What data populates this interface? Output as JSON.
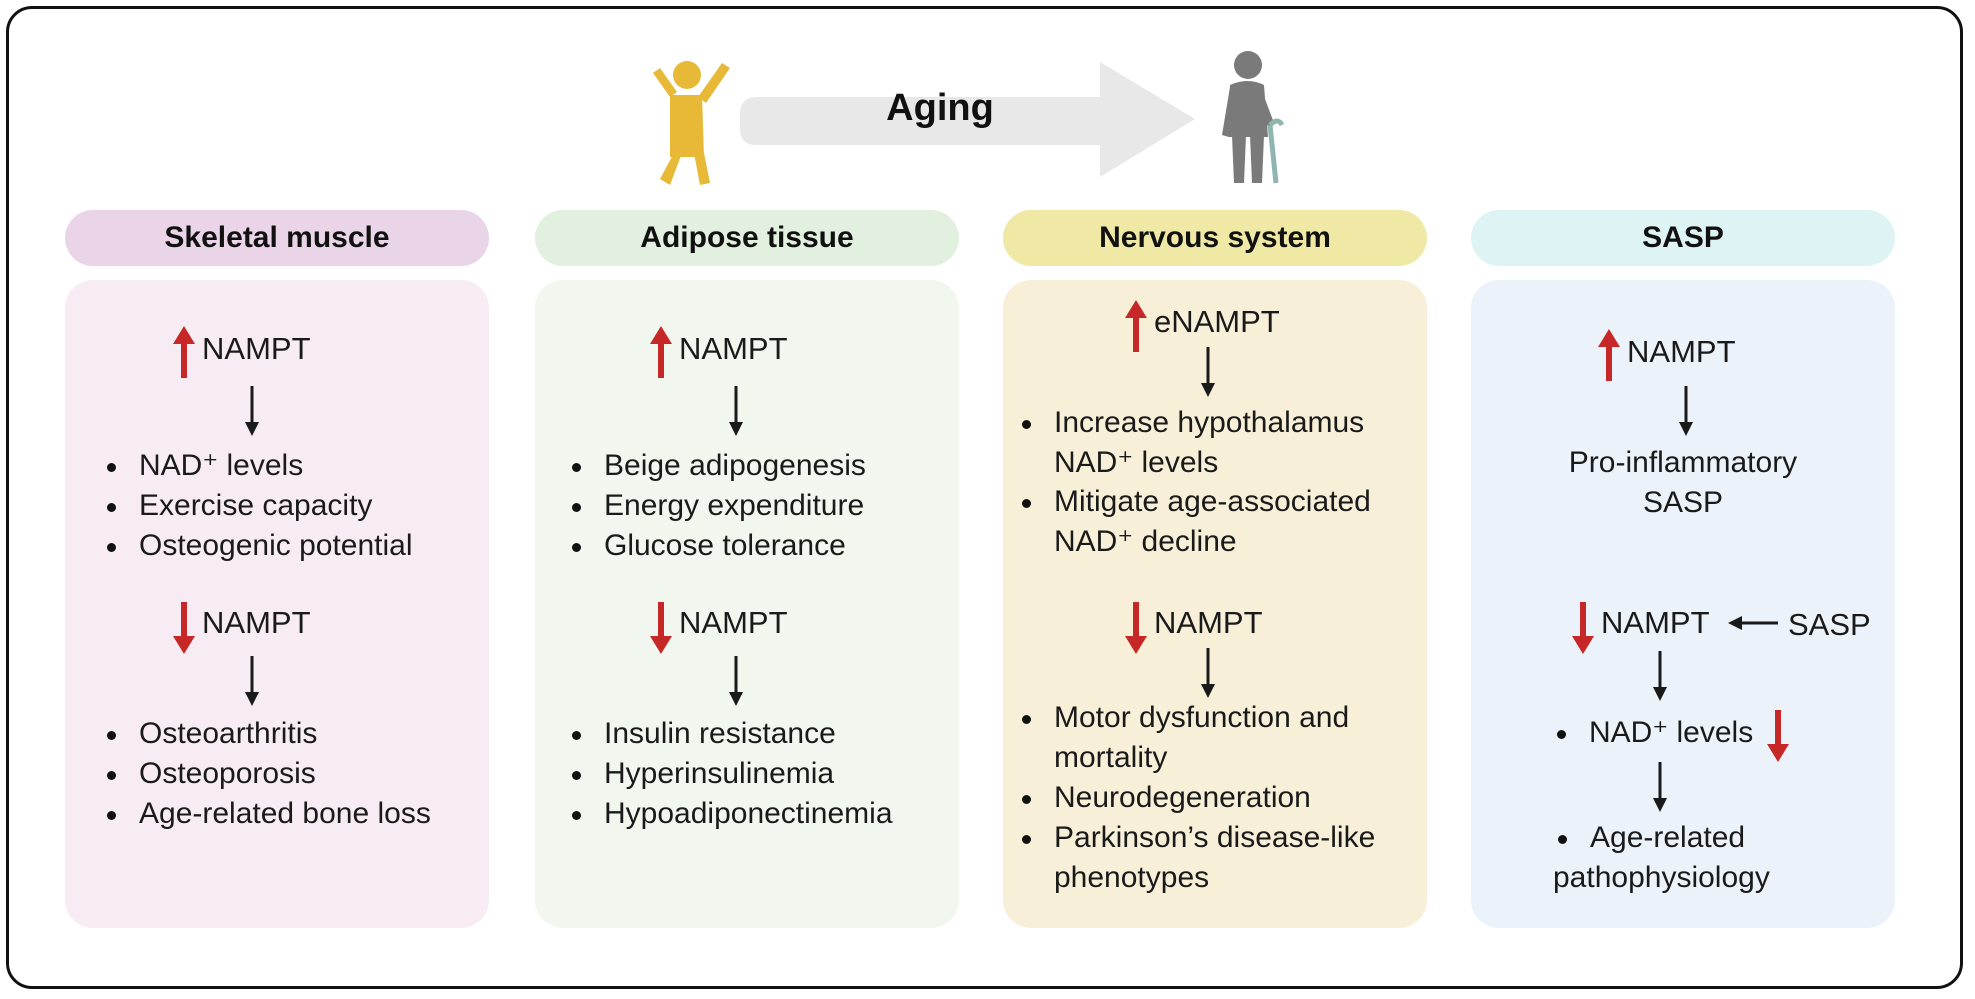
{
  "aging_label": "Aging",
  "colors": {
    "up_arrow": "#c62828",
    "down_arrow": "#c62828",
    "black_arrow": "#1a1a1a",
    "young_figure": "#e8b936",
    "old_figure": "#7a7a7a",
    "aging_arrow": "#e8e8e8"
  },
  "icons": {
    "young": "young-person-icon",
    "old": "elderly-person-with-cane-icon"
  },
  "panels": [
    {
      "title": "Skeletal muscle",
      "header_color": "#ead5e8",
      "body_color": "#f7ecf3",
      "up_label": "NAMPT",
      "up_items": [
        "NAD⁺ levels",
        "Exercise capacity",
        "Osteogenic potential"
      ],
      "down_label": "NAMPT",
      "down_items": [
        "Osteoarthritis",
        "Osteoporosis",
        "Age-related bone loss"
      ]
    },
    {
      "title": "Adipose tissue",
      "header_color": "#e2f0df",
      "body_color": "#f1f7ee",
      "up_label": "NAMPT",
      "up_items": [
        "Beige adipogenesis",
        "Energy expenditure",
        "Glucose tolerance"
      ],
      "down_label": "NAMPT",
      "down_items": [
        "Insulin resistance",
        "Hyperinsulinemia",
        "Hypoadiponectinemia"
      ]
    },
    {
      "title": "Nervous system",
      "header_color": "#f0e9a6",
      "body_color": "#f8efd8",
      "up_label": "eNAMPT",
      "up_items": [
        {
          "line1": "Increase hypothalamus",
          "line2": "NAD⁺ levels"
        },
        {
          "line1": "Mitigate age-associated",
          "line2": "NAD⁺ decline"
        }
      ],
      "down_label": "NAMPT",
      "down_items": [
        {
          "line1": "Motor dysfunction and",
          "line2": "mortality"
        },
        {
          "line1": "Neurodegeneration",
          "line2": ""
        },
        {
          "line1": "Parkinson’s disease-like",
          "line2": "phenotypes"
        }
      ]
    },
    {
      "title": "SASP",
      "header_color": "#def3f3",
      "body_color": "#ecf2f9",
      "up_label": "NAMPT",
      "up_result_line1": "Pro-inflammatory",
      "up_result_line2": "SASP",
      "down_label": "NAMPT",
      "down_source": "SASP",
      "nad_item": "NAD⁺ levels",
      "final_line1": "Age-related",
      "final_line2": "pathophysiology"
    }
  ]
}
